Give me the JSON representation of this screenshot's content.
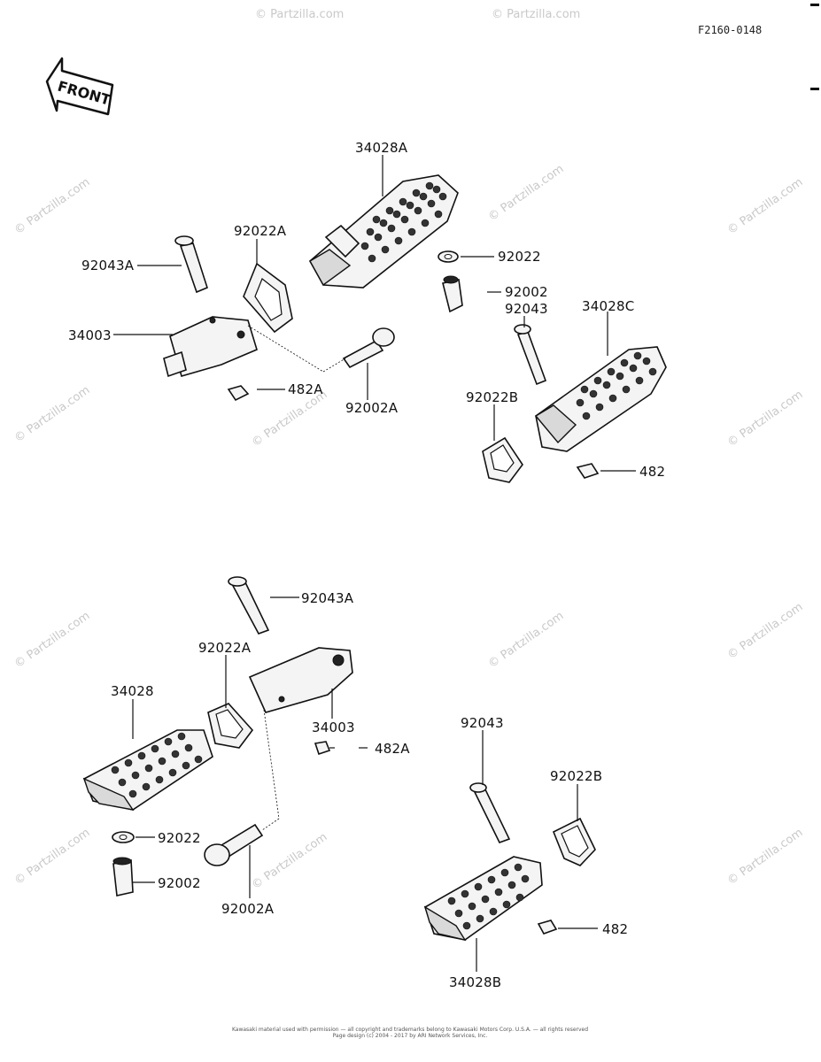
{
  "reference_code": "F2160-0148",
  "front_arrow_label": "FRONT",
  "watermark_text": "© Partzilla.com",
  "footer": {
    "line1": "Kawasaki material used with permission — all copyright and trademarks belong to Kawasaki Motors Corp. U.S.A. — all rights reserved",
    "line2": "Page design (c) 2004 - 2017 by ARI Network Services, Inc."
  },
  "labels": {
    "p34028A": "34028A",
    "p92022A_top": "92022A",
    "p92043A_top": "92043A",
    "p34003_top": "34003",
    "p482A_top": "482A",
    "p92002A_top": "92002A",
    "p92022_top": "92022",
    "p92002_top": "92002",
    "p92043_top": "92043",
    "p34028C": "34028C",
    "p92022B_top": "92022B",
    "p482_top": "482",
    "p92043A_bot": "92043A",
    "p92022A_bot": "92022A",
    "p34028": "34028",
    "p34003_bot": "34003",
    "p482A_bot": "482A",
    "p92022_bot": "92022",
    "p92002_bot": "92002",
    "p92002A_bot": "92002A",
    "p92043_bot": "92043",
    "p92022B_bot": "92022B",
    "p482_bot": "482",
    "p34028B": "34028B"
  },
  "colors": {
    "ink": "#111111",
    "watermark": "#c9c9c9",
    "background": "#ffffff"
  }
}
